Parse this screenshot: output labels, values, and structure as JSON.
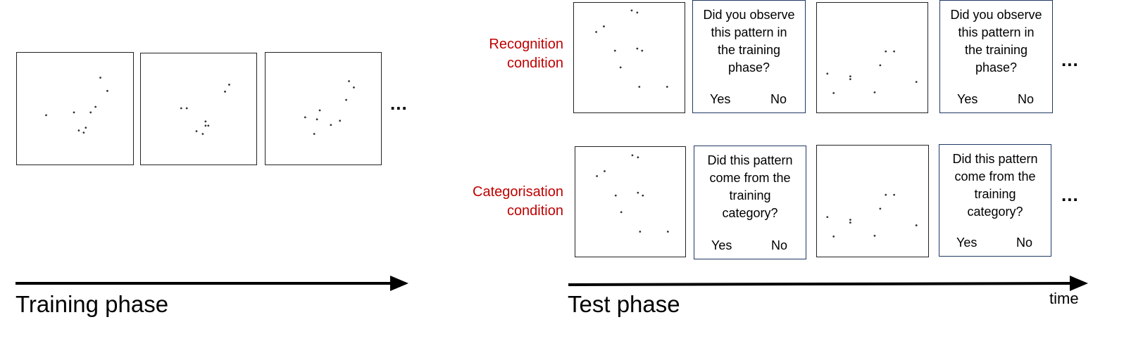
{
  "phases": {
    "training": "Training phase",
    "test": "Test phase"
  },
  "time_label": "time",
  "ellipsis": "...",
  "conditions": {
    "recognition": {
      "label_line1": "Recognition",
      "label_line2": "condition"
    },
    "categorisation": {
      "label_line1": "Categorisation",
      "label_line2": "condition"
    }
  },
  "questions": {
    "recognition": "Did you observe this pattern in the training phase?",
    "categorisation": "Did this pattern come from the training category?"
  },
  "answers": {
    "yes": "Yes",
    "no": "No"
  },
  "colors": {
    "condition_label": "#c00000",
    "question_border": "#1f3864",
    "panel_border": "#222222",
    "dot": "#333333"
  }
}
